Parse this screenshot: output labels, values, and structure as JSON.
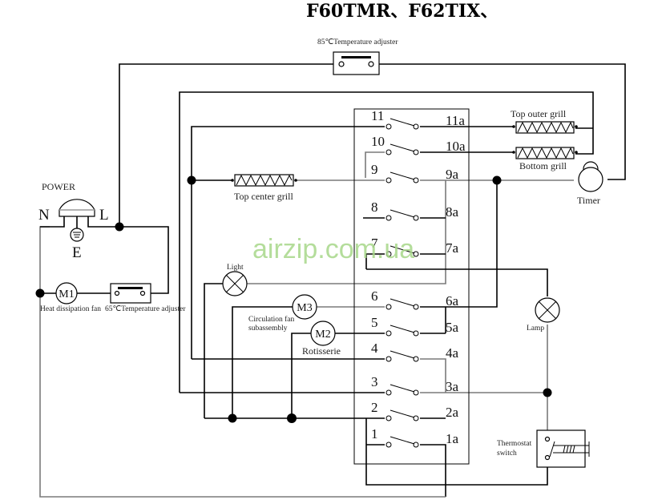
{
  "title": "F60TMR、F62TIX、",
  "watermark": "airzip.com.ua",
  "power": {
    "label": "POWER",
    "neutral": "N",
    "live": "L",
    "earth": "E"
  },
  "components": {
    "temp_adjuster_85": "85℃Temperature adjuster",
    "temp_adjuster_65": "65℃Temperature adjuster",
    "heat_fan_motor": "M1",
    "heat_fan_label": "Heat dissipation fan",
    "circulation_motor": "M3",
    "circulation_label_1": "Circulation fan",
    "circulation_label_2": "subassembly",
    "rotisserie_motor": "M2",
    "rotisserie_label": "Rotisserie",
    "light_label": "Light",
    "lamp_label": "Lamp",
    "timer_label": "Timer",
    "top_outer_grill": "Top outer grill",
    "bottom_grill": "Bottom grill",
    "top_center_grill": "Top center grill",
    "thermostat_label_1": "Thermostat",
    "thermostat_label_2": "switch"
  },
  "switch_block": {
    "switches": [
      {
        "in": "11",
        "out": "11a"
      },
      {
        "in": "10",
        "out": "10a"
      },
      {
        "in": "9",
        "out": "9a"
      },
      {
        "in": "8",
        "out": "8a"
      },
      {
        "in": "7",
        "out": "7a"
      },
      {
        "in": "6",
        "out": "6a"
      },
      {
        "in": "5",
        "out": "5a"
      },
      {
        "in": "4",
        "out": "4a"
      },
      {
        "in": "3",
        "out": "3a"
      },
      {
        "in": "2",
        "out": "2a"
      },
      {
        "in": "1",
        "out": "1a"
      }
    ]
  }
}
